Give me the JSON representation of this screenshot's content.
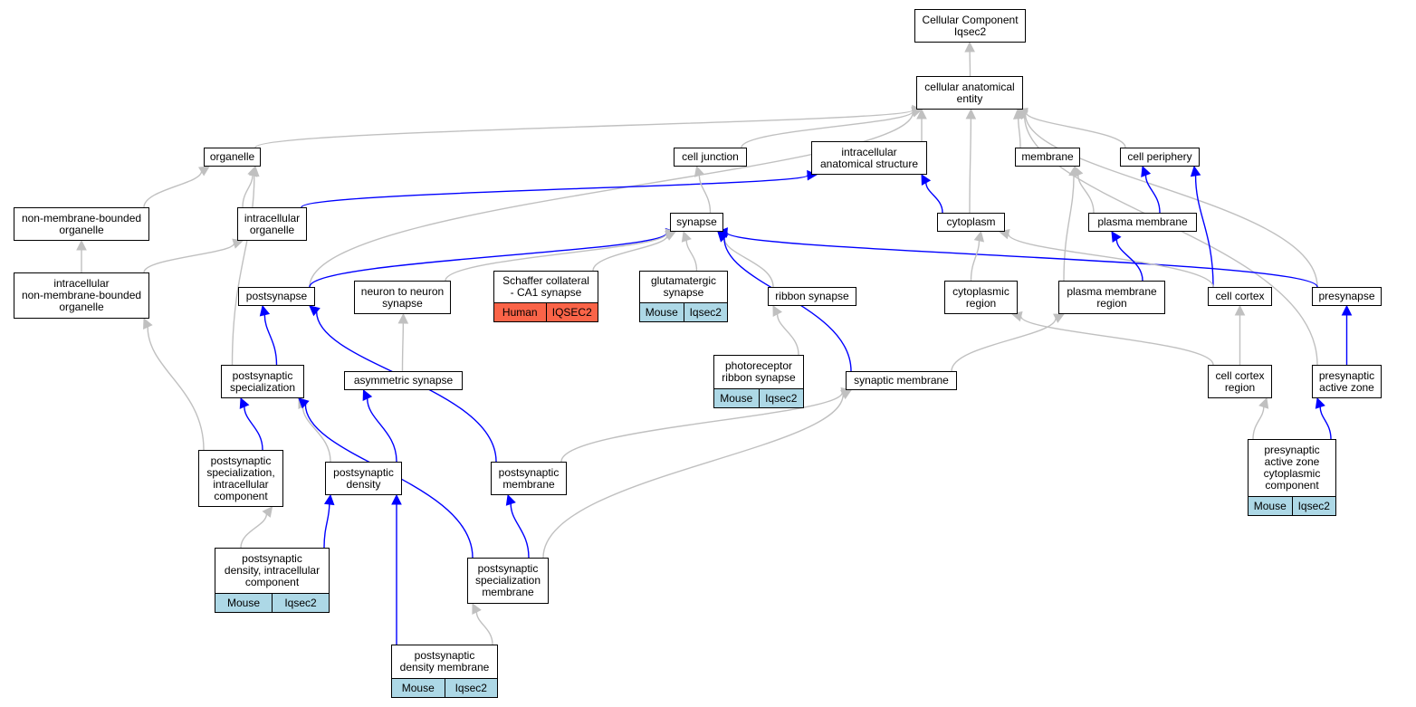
{
  "colors": {
    "gray_edge": "#c0c0c0",
    "blue_edge": "#0000ff",
    "mouse_fill": "#add8e6",
    "human_fill": "#fa6448"
  },
  "nodes": {
    "root": [
      "Cellular Component",
      "Iqsec2"
    ],
    "cae": [
      "cellular anatomical",
      "entity"
    ],
    "organelle": [
      "organelle"
    ],
    "cell_junction": [
      "cell junction"
    ],
    "ias": [
      "intracellular",
      "anatomical structure"
    ],
    "membrane": [
      "membrane"
    ],
    "cell_periphery": [
      "cell periphery"
    ],
    "nmbo": [
      "non-membrane-bounded",
      "organelle"
    ],
    "io": [
      "intracellular",
      "organelle"
    ],
    "synapse": [
      "synapse"
    ],
    "cytoplasm": [
      "cytoplasm"
    ],
    "plasma_membrane": [
      "plasma membrane"
    ],
    "inmbo": [
      "intracellular",
      "non-membrane-bounded",
      "organelle"
    ],
    "postsynapse": [
      "postsynapse"
    ],
    "n2n": [
      "neuron to neuron",
      "synapse"
    ],
    "schaffer": [
      "Schaffer collateral",
      "- CA1 synapse"
    ],
    "glutamatergic": [
      "glutamatergic",
      "synapse"
    ],
    "ribbon": [
      "ribbon synapse"
    ],
    "cyto_region": [
      "cytoplasmic",
      "region"
    ],
    "pm_region": [
      "plasma membrane",
      "region"
    ],
    "cell_cortex": [
      "cell cortex"
    ],
    "presynapse": [
      "presynapse"
    ],
    "photoreceptor": [
      "photoreceptor",
      "ribbon synapse"
    ],
    "ps_spec": [
      "postsynaptic",
      "specialization"
    ],
    "asym": [
      "asymmetric synapse"
    ],
    "syn_membrane": [
      "synaptic membrane"
    ],
    "cc_region": [
      "cell cortex",
      "region"
    ],
    "paz": [
      "presynaptic",
      "active zone"
    ],
    "pss_ic": [
      "postsynaptic",
      "specialization,",
      "intracellular",
      "component"
    ],
    "psd": [
      "postsynaptic",
      "density"
    ],
    "ps_membrane": [
      "postsynaptic",
      "membrane"
    ],
    "paz_cc": [
      "presynaptic",
      "active zone",
      "cytoplasmic",
      "component"
    ],
    "psd_ic": [
      "postsynaptic",
      "density, intracellular",
      "component"
    ],
    "pss_membrane": [
      "postsynaptic",
      "specialization",
      "membrane"
    ],
    "psd_membrane": [
      "postsynaptic",
      "density membrane"
    ]
  },
  "annotations": {
    "schaffer": [
      "Human",
      "IQSEC2"
    ],
    "glutamatergic": [
      "Mouse",
      "Iqsec2"
    ],
    "photoreceptor": [
      "Mouse",
      "Iqsec2"
    ],
    "paz_cc": [
      "Mouse",
      "Iqsec2"
    ],
    "psd_ic": [
      "Mouse",
      "Iqsec2"
    ],
    "psd_membrane": [
      "Mouse",
      "Iqsec2"
    ]
  },
  "edges": [
    {
      "from": "cae",
      "to": "root",
      "color": "gray"
    },
    {
      "from": "organelle",
      "to": "cae",
      "color": "gray"
    },
    {
      "from": "cell_junction",
      "to": "cae",
      "color": "gray"
    },
    {
      "from": "ias",
      "to": "cae",
      "color": "gray"
    },
    {
      "from": "membrane",
      "to": "cae",
      "color": "gray"
    },
    {
      "from": "cell_periphery",
      "to": "cae",
      "color": "gray"
    },
    {
      "from": "cytoplasm",
      "to": "cae",
      "color": "gray"
    },
    {
      "from": "postsynapse",
      "to": "cae",
      "color": "gray"
    },
    {
      "from": "presynapse",
      "to": "cae",
      "color": "gray"
    },
    {
      "from": "paz",
      "to": "cae",
      "color": "gray"
    },
    {
      "from": "nmbo",
      "to": "organelle",
      "color": "gray"
    },
    {
      "from": "io",
      "to": "organelle",
      "color": "gray"
    },
    {
      "from": "ps_spec",
      "to": "organelle",
      "color": "gray"
    },
    {
      "from": "io",
      "to": "ias",
      "color": "blue"
    },
    {
      "from": "cytoplasm",
      "to": "ias",
      "color": "blue"
    },
    {
      "from": "plasma_membrane",
      "to": "membrane",
      "color": "gray"
    },
    {
      "from": "pm_region",
      "to": "membrane",
      "color": "gray"
    },
    {
      "from": "plasma_membrane",
      "to": "cell_periphery",
      "color": "blue"
    },
    {
      "from": "cell_cortex",
      "to": "cell_periphery",
      "color": "blue"
    },
    {
      "from": "synapse",
      "to": "cell_junction",
      "color": "gray"
    },
    {
      "from": "inmbo",
      "to": "nmbo",
      "color": "gray"
    },
    {
      "from": "inmbo",
      "to": "io",
      "color": "gray"
    },
    {
      "from": "postsynapse",
      "to": "synapse",
      "color": "blue"
    },
    {
      "from": "n2n",
      "to": "synapse",
      "color": "gray"
    },
    {
      "from": "schaffer",
      "to": "synapse",
      "color": "gray"
    },
    {
      "from": "glutamatergic",
      "to": "synapse",
      "color": "gray"
    },
    {
      "from": "ribbon",
      "to": "synapse",
      "color": "gray"
    },
    {
      "from": "syn_membrane",
      "to": "synapse",
      "color": "blue"
    },
    {
      "from": "presynapse",
      "to": "synapse",
      "color": "blue"
    },
    {
      "from": "cyto_region",
      "to": "cytoplasm",
      "color": "gray"
    },
    {
      "from": "cell_cortex",
      "to": "cytoplasm",
      "color": "gray"
    },
    {
      "from": "pm_region",
      "to": "plasma_membrane",
      "color": "blue"
    },
    {
      "from": "pss_ic",
      "to": "inmbo",
      "color": "gray"
    },
    {
      "from": "ps_spec",
      "to": "postsynapse",
      "color": "blue"
    },
    {
      "from": "ps_membrane",
      "to": "postsynapse",
      "color": "blue"
    },
    {
      "from": "asym",
      "to": "n2n",
      "color": "gray"
    },
    {
      "from": "photoreceptor",
      "to": "ribbon",
      "color": "gray"
    },
    {
      "from": "cc_region",
      "to": "cyto_region",
      "color": "gray"
    },
    {
      "from": "syn_membrane",
      "to": "pm_region",
      "color": "gray"
    },
    {
      "from": "cc_region",
      "to": "cell_cortex",
      "color": "gray"
    },
    {
      "from": "paz",
      "to": "presynapse",
      "color": "blue"
    },
    {
      "from": "pss_ic",
      "to": "ps_spec",
      "color": "blue"
    },
    {
      "from": "psd",
      "to": "ps_spec",
      "color": "gray"
    },
    {
      "from": "pss_membrane",
      "to": "ps_spec",
      "color": "blue"
    },
    {
      "from": "psd",
      "to": "asym",
      "color": "blue"
    },
    {
      "from": "ps_membrane",
      "to": "syn_membrane",
      "color": "gray"
    },
    {
      "from": "pss_membrane",
      "to": "syn_membrane",
      "color": "gray"
    },
    {
      "from": "paz_cc",
      "to": "cc_region",
      "color": "gray"
    },
    {
      "from": "paz_cc",
      "to": "paz",
      "color": "blue"
    },
    {
      "from": "psd_ic",
      "to": "pss_ic",
      "color": "gray"
    },
    {
      "from": "psd_ic",
      "to": "psd",
      "color": "blue"
    },
    {
      "from": "psd_membrane",
      "to": "psd",
      "color": "blue"
    },
    {
      "from": "pss_membrane",
      "to": "ps_membrane",
      "color": "blue"
    },
    {
      "from": "psd_membrane",
      "to": "pss_membrane",
      "color": "gray"
    }
  ]
}
